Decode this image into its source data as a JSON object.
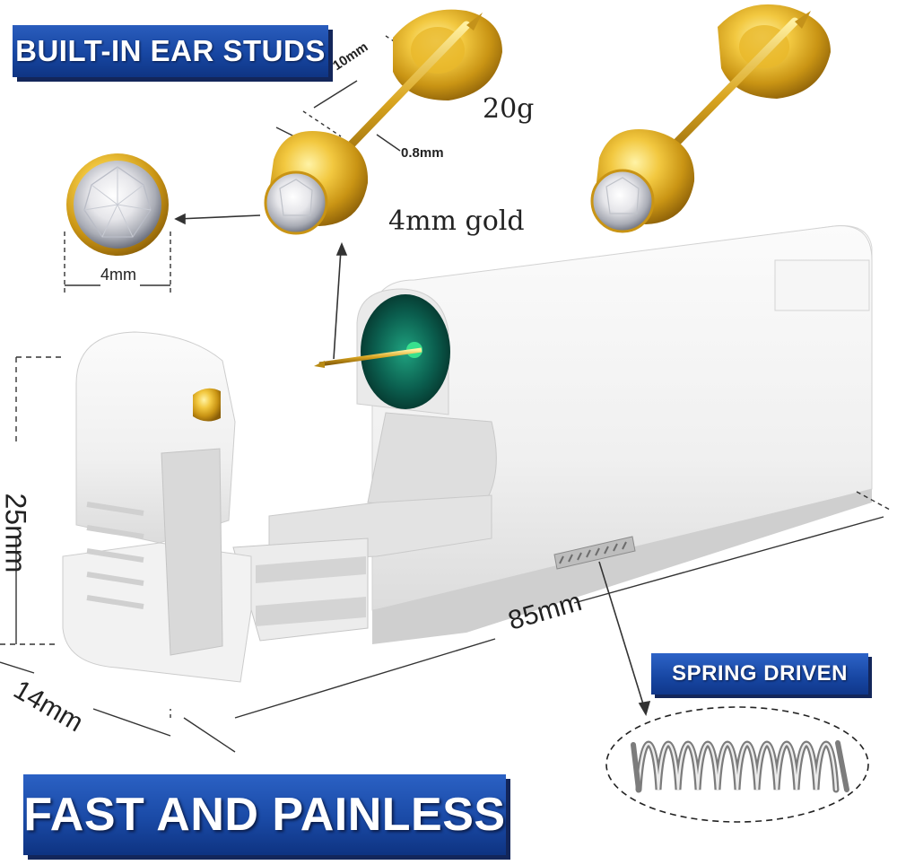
{
  "banners": {
    "built_in": "BUILT-IN EAR STUDS",
    "spring": "SPRING DRIVEN",
    "fast": "FAST AND PAINLESS"
  },
  "labels": {
    "weight": "20g",
    "stud": "4mm gold",
    "pin_diameter": "0.8mm",
    "pin_length": "10mm",
    "gem": "4mm",
    "height": "25mm",
    "width": "14mm",
    "length": "85mm"
  },
  "colors": {
    "banner_blue": "#1746a2",
    "gold": "#d4a017",
    "device_white": "#f4f4f4",
    "gem_green": "#0d6a58"
  },
  "icons": [
    "ear-stud-icon",
    "crystal-gem-icon",
    "spring-icon",
    "piercing-device-icon"
  ]
}
